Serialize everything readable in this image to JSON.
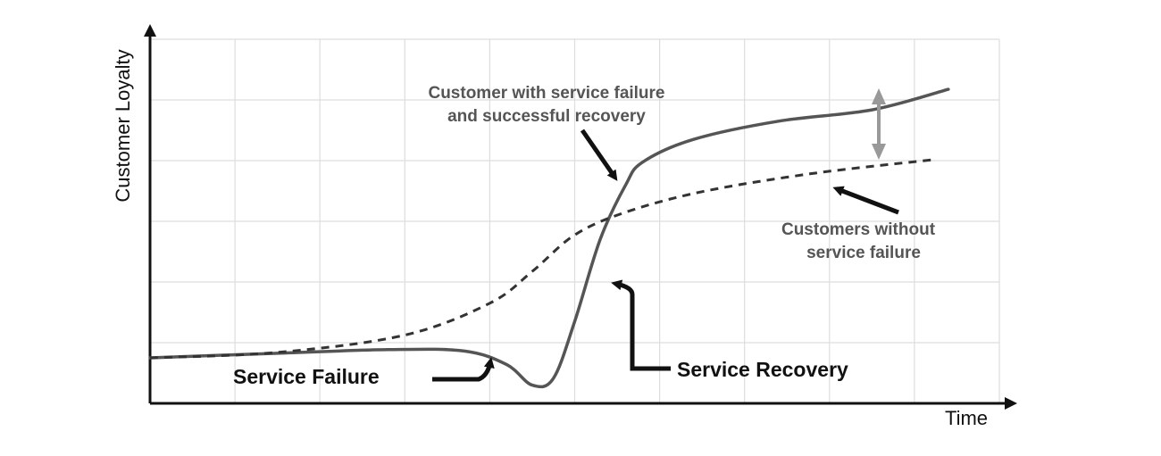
{
  "chart_data": {
    "type": "line",
    "title": "",
    "xlabel": "Time",
    "ylabel": "Customer Loyalty",
    "grid": true,
    "legend": "none",
    "series": [
      {
        "role": "with_failure_and_recovery",
        "style": "solid",
        "color": "#555555",
        "points": [
          [
            0,
            1.0
          ],
          [
            15,
            1.1
          ],
          [
            28,
            1.18
          ],
          [
            37,
            1.15
          ],
          [
            42,
            0.85
          ],
          [
            45,
            0.4
          ],
          [
            47.5,
            0.55
          ],
          [
            50,
            1.8
          ],
          [
            53,
            3.6
          ],
          [
            56,
            4.8
          ],
          [
            58,
            5.3
          ],
          [
            64,
            5.8
          ],
          [
            74,
            6.2
          ],
          [
            85,
            6.45
          ],
          [
            94,
            6.9
          ]
        ]
      },
      {
        "role": "without_failure",
        "style": "dashed",
        "color": "#333333",
        "points": [
          [
            0,
            1.0
          ],
          [
            15,
            1.12
          ],
          [
            30,
            1.5
          ],
          [
            40,
            2.2
          ],
          [
            45,
            2.9
          ],
          [
            50,
            3.7
          ],
          [
            56,
            4.2
          ],
          [
            65,
            4.65
          ],
          [
            78,
            5.05
          ],
          [
            92,
            5.35
          ]
        ]
      }
    ],
    "xlim": [
      0,
      100
    ],
    "ylim": [
      0,
      8
    ]
  },
  "annotations": {
    "recovered_line1": "Customer with service failure",
    "recovered_line2": "and successful recovery",
    "no_failure_line1": "Customers without",
    "no_failure_line2": "service failure",
    "service_failure": "Service Failure",
    "service_recovery": "Service Recovery"
  },
  "colors": {
    "grid": "#dddddd",
    "axis": "#111111",
    "solid_line": "#555555",
    "dashed_line": "#333333",
    "gap_arrow": "#999999",
    "pointer_arrow": "#111111"
  }
}
